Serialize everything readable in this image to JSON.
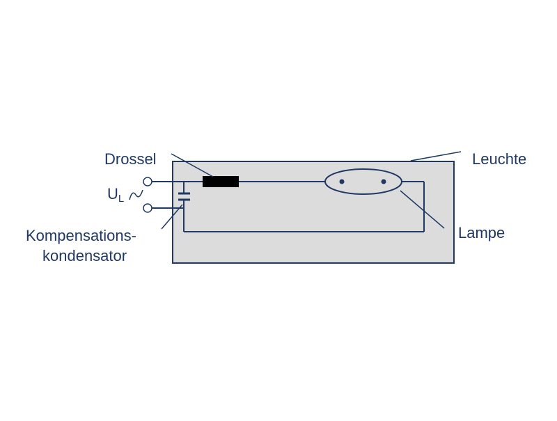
{
  "labels": {
    "drossel": "Drossel",
    "leuchte": "Leuchte",
    "lampe": "Lampe",
    "kompensation_line1": "Kompensations-",
    "kompensation_line2": "kondensator",
    "voltage_main": "U",
    "voltage_sub": "L"
  },
  "colors": {
    "wire": "#1f3864",
    "text": "#1f3864",
    "housing_fill": "#dcdcdc",
    "choke_fill": "#000000",
    "background": "#ffffff"
  },
  "icons": {
    "ac_symbol": "sine-wave-icon"
  }
}
